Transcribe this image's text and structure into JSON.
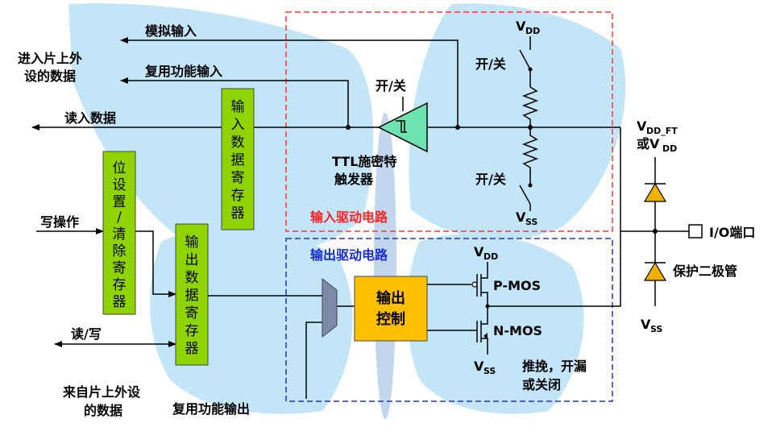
{
  "colors": {
    "input_box_border": "#ff3333",
    "output_box_border": "#2233cc",
    "register_fill": "#8fd400",
    "control_fill": "#ffc000",
    "diode_fill": "#f0b000",
    "wing_fill": "#bfe3f7"
  },
  "left_labels": {
    "analog_input": "模拟输入",
    "to_peripheral_line1": "进入片上外",
    "to_peripheral_line2": "设的数据",
    "alt_func_input": "复用功能输入",
    "read_data": "读入数据",
    "write_op": "写操作",
    "read_write": "读/写",
    "from_peripheral_line1": "来自片上外设",
    "from_peripheral_line2": "的数据",
    "alt_func_output": "复用功能输出"
  },
  "registers": {
    "bit_set_reset": [
      "位",
      "设",
      "置",
      "/",
      "清",
      "除",
      "寄",
      "存",
      "器"
    ],
    "input_data": [
      "输",
      "入",
      "数",
      "据",
      "寄",
      "存",
      "器"
    ],
    "output_data": [
      "输",
      "出",
      "数",
      "据",
      "寄",
      "存",
      "器"
    ]
  },
  "input_driver": {
    "title": "输入驱动电路",
    "on_off_trigger": "开/关",
    "schmitt_line1": "TTL施密特",
    "schmitt_line2": "触发器",
    "vdd_main": "V",
    "vdd_sub": "DD",
    "pullup_switch": "开/关",
    "pulldown_switch": "开/关",
    "vss_main": "V",
    "vss_sub": "SS"
  },
  "output_driver": {
    "title": "输出驱动电路",
    "control_line1": "输出",
    "control_line2": "控制",
    "vdd_main": "V",
    "vdd_sub": "DD",
    "pmos": "P-MOS",
    "nmos": "N-MOS",
    "vss_main": "V",
    "vss_sub": "SS",
    "mode_line1": "推挽，开漏",
    "mode_line2": "或关闭"
  },
  "protection": {
    "vdd_ft_main": "V",
    "vdd_ft_sub": "DD_FT",
    "or_vdd_prefix": "或V",
    "or_vdd_sub": "DD",
    "io_port": "I/O端口",
    "diode_label": "保护二极管",
    "vss_main": "V",
    "vss_sub": "SS"
  }
}
